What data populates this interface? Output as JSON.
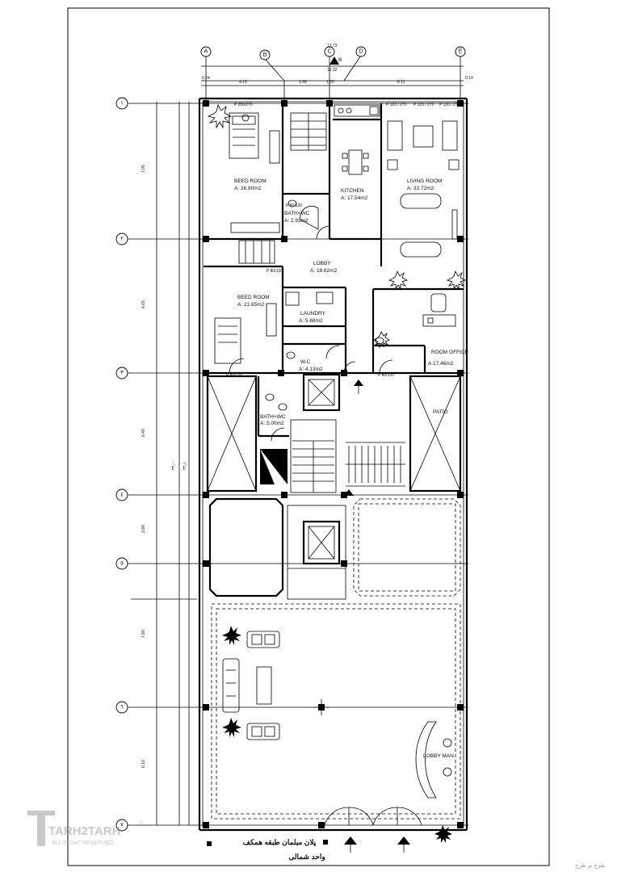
{
  "grid_columns": [
    "A",
    "B",
    "C",
    "D",
    "E"
  ],
  "grid_rows": [
    "١",
    "٢",
    "٣",
    "٤",
    "٥",
    "٦",
    "٧"
  ],
  "top_dimensions": {
    "overall_top": "13.73",
    "overall_bottom": "13.32",
    "segments": [
      "0.24",
      "4.10",
      "1.90",
      "1.20",
      "6.11",
      "0.14"
    ]
  },
  "left_dimensions": [
    "7.05",
    "6.65",
    "6.40",
    "3.80",
    "7.80",
    "6.10"
  ],
  "left_overall": [
    "۳۴٫۰۰",
    "۳۴٫۱"
  ],
  "section_marker": "B",
  "north_label": "P 250/270",
  "window_labels": [
    "P 120 / 270",
    "P 120 / 270",
    "P 120 / 270"
  ],
  "small_tags": [
    "P 80/120",
    "P 80/120",
    "P 80/120",
    "P 80/120"
  ],
  "rooms": [
    {
      "id": "bed1",
      "name": "BEED ROOM",
      "area": "A: 26.80m2"
    },
    {
      "id": "bath1",
      "name": "BATH+WC",
      "area": "A: 2.93m2"
    },
    {
      "id": "kitchen",
      "name": "KITCHEN",
      "area": "A: 17.54m2"
    },
    {
      "id": "living",
      "name": "LIVING ROOM",
      "area": "A: 33.72m2"
    },
    {
      "id": "lobby",
      "name": "LOBBY",
      "area": "A: 18.62m2"
    },
    {
      "id": "bed2",
      "name": "BEED ROOM",
      "area": "A: 21.65m2"
    },
    {
      "id": "laundry",
      "name": "LAUNDRY",
      "area": "A: 5.68m2"
    },
    {
      "id": "wc",
      "name": "W.C",
      "area": "A: 4.13m2"
    },
    {
      "id": "office",
      "name": "ROOM OFFICE",
      "area": "A:17.46m2"
    },
    {
      "id": "bath2",
      "name": "BATH+WC",
      "area": "A: 5.00m2"
    },
    {
      "id": "patio",
      "name": "PATIO",
      "area": ""
    },
    {
      "id": "lobbyman",
      "name": "LOBBY MAN",
      "area": ""
    }
  ],
  "footer": {
    "line1": "پلان مبلمان طبقه همکف",
    "line2": "واحد شمالی"
  },
  "watermark": {
    "brand": "TARH2TARH",
    "sub": "ALL RIGHT RESERVED",
    "mark": "®",
    "corner": "طرح تو طرح"
  }
}
